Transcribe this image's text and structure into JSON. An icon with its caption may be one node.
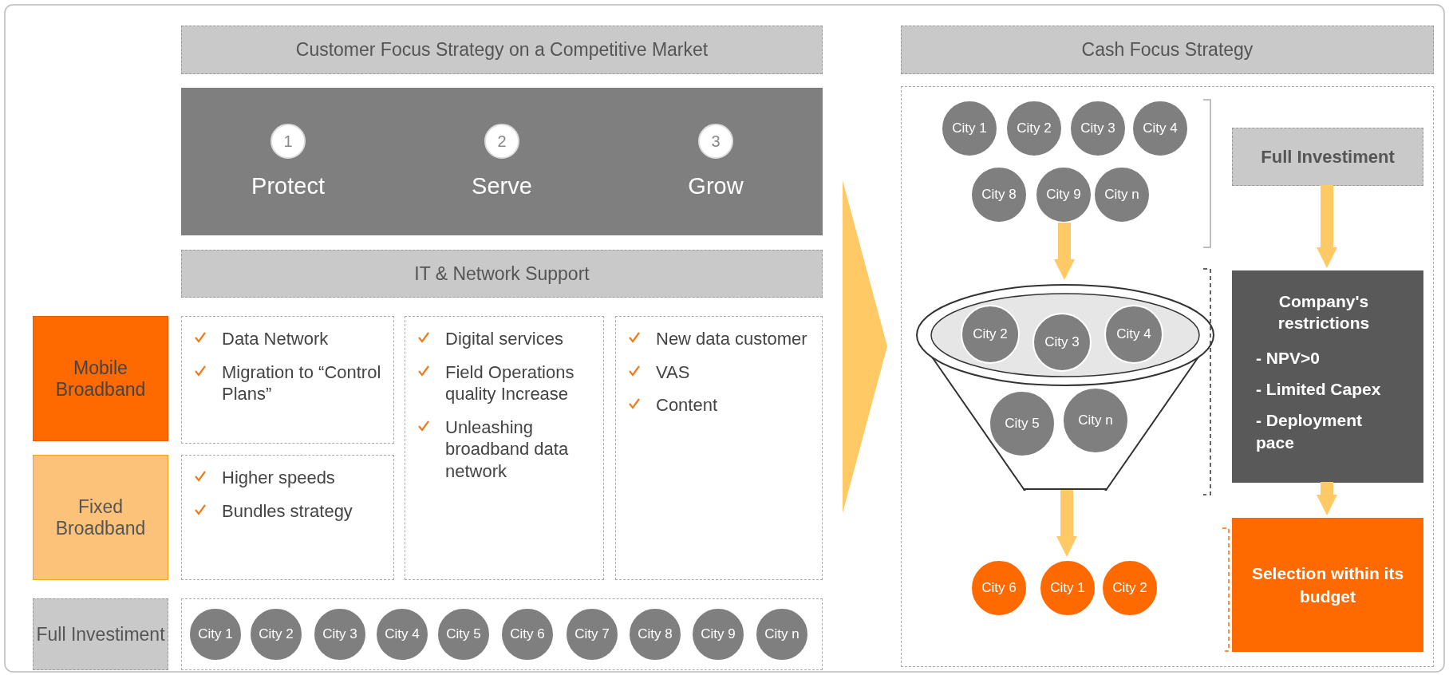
{
  "diagram": {
    "nodes": [
      {
        "text": [
          "Customer Focus Strategy on a Competitive Market"
        ]
      },
      {
        "text": [
          "1",
          "Protect"
        ]
      },
      {
        "text": [
          "2",
          "Serve"
        ]
      },
      {
        "text": [
          "3",
          "Grow"
        ]
      },
      {
        "text": [
          "IT & Network Support"
        ]
      },
      {
        "text": [
          "Mobile Broadband"
        ]
      },
      {
        "text": [
          "Fixed Broadband"
        ]
      },
      {
        "text": [
          "Full Investiment"
        ]
      },
      {
        "text": [
          "Data Network",
          "Migration to “Control Plans”"
        ]
      },
      {
        "text": [
          "Higher speeds",
          "Bundles strategy"
        ]
      },
      {
        "text": [
          "Digital services",
          "Field Operations quality Increase",
          "Unleashing broadband data network"
        ]
      },
      {
        "text": [
          "New data customer",
          "VAS",
          "Content"
        ]
      },
      {
        "text": [],
        "shape": "box"
      },
      {
        "text": [
          "City 1"
        ],
        "in": 12
      },
      {
        "text": [
          "City 2"
        ],
        "in": 12
      },
      {
        "text": [
          "City 3"
        ],
        "in": 12
      },
      {
        "text": [
          "City 4"
        ],
        "in": 12
      },
      {
        "text": [
          "City 5"
        ],
        "in": 12
      },
      {
        "text": [
          "City 6"
        ],
        "in": 12
      },
      {
        "text": [
          "City 7"
        ],
        "in": 12
      },
      {
        "text": [
          "City 8"
        ],
        "in": 12
      },
      {
        "text": [
          "City 9"
        ],
        "in": 12
      },
      {
        "text": [
          "City n"
        ],
        "in": 12
      },
      {
        "text": [
          "Cash Focus Strategy"
        ]
      },
      {
        "text": [],
        "shape": "box"
      },
      {
        "text": [
          "City 1"
        ],
        "in": 24
      },
      {
        "text": [
          "City 2"
        ],
        "in": 24
      },
      {
        "text": [
          "City 3"
        ],
        "in": 24
      },
      {
        "text": [
          "City 4"
        ],
        "in": 24
      },
      {
        "text": [
          "City 8"
        ],
        "in": 24
      },
      {
        "text": [
          "City 9"
        ],
        "in": 24
      },
      {
        "text": [
          "City n"
        ],
        "in": 24
      },
      {
        "text": [],
        "shape": "funnel",
        "in": 24
      },
      {
        "text": [
          "City 2"
        ],
        "in": 24
      },
      {
        "text": [
          "City 3"
        ],
        "in": 24
      },
      {
        "text": [
          "City 4"
        ],
        "in": 24
      },
      {
        "text": [
          "City 5"
        ],
        "in": 32
      },
      {
        "text": [
          "City n"
        ],
        "in": 32
      },
      {
        "text": [
          "City 6"
        ],
        "in": 24
      },
      {
        "text": [
          "City 1"
        ],
        "in": 24
      },
      {
        "text": [
          "City 2"
        ],
        "in": 24
      },
      {
        "text": [
          "Full Investiment"
        ],
        "in": 24
      },
      {
        "text": [
          "Company's restrictions",
          "- NPV>0",
          "- Limited Capex",
          "- Deployment pace"
        ],
        "in": 24
      },
      {
        "text": [
          "Selection within its budget"
        ],
        "in": 24
      }
    ],
    "edges": [
      {
        "from": null,
        "to": 24,
        "arrow": "to"
      },
      {
        "from": 30,
        "to": 32,
        "arrow": "to"
      },
      {
        "from": 32,
        "to": 39,
        "arrow": "to"
      },
      {
        "from": 41,
        "to": 42,
        "arrow": "to"
      },
      {
        "from": 42,
        "to": 43,
        "arrow": "to"
      }
    ]
  }
}
